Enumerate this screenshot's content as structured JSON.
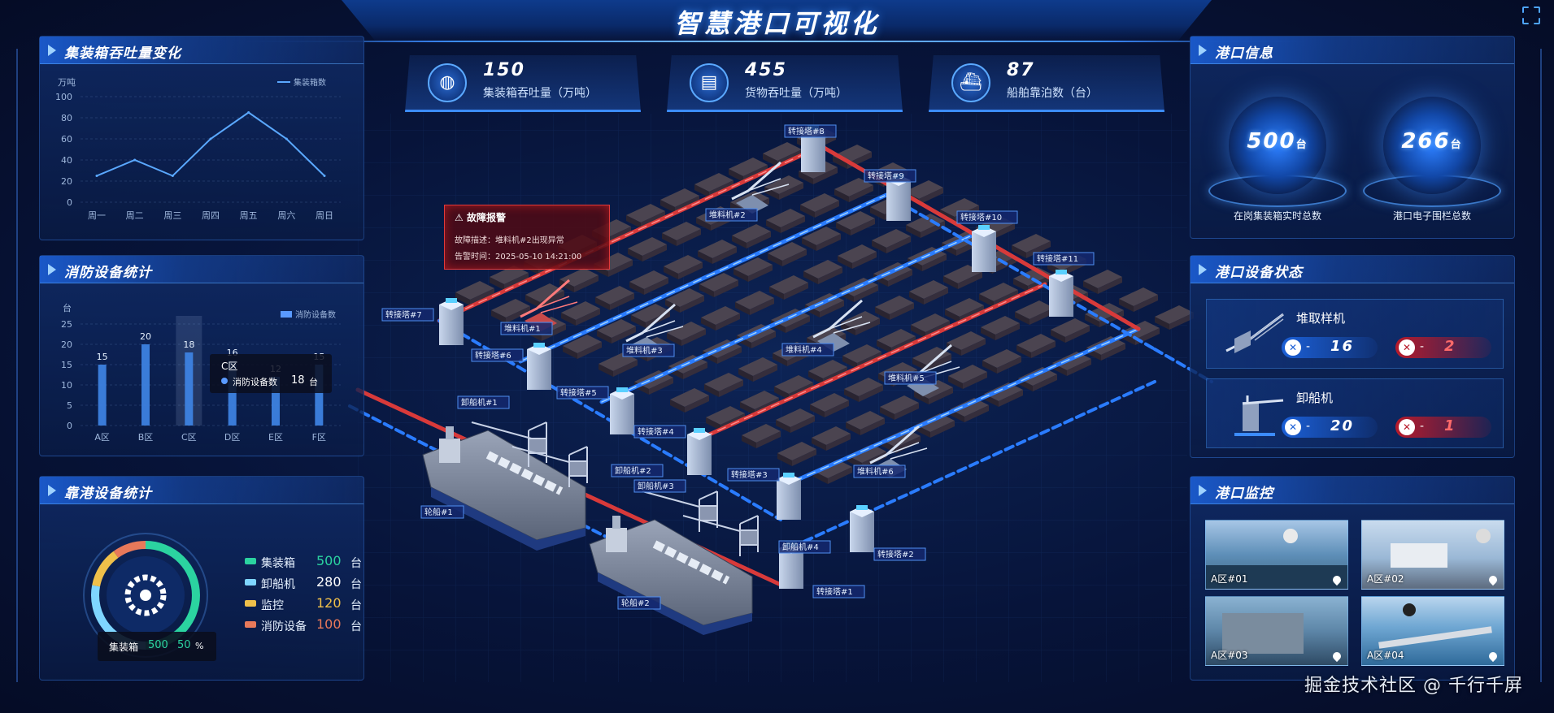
{
  "header": {
    "title": "智慧港口可视化"
  },
  "stats": [
    {
      "value": "150",
      "label": "集装箱吞吐量（万吨）",
      "icon": "globe-icon"
    },
    {
      "value": "455",
      "label": "货物吞吐量（万吨）",
      "icon": "clipboard-icon"
    },
    {
      "value": "87",
      "label": "船舶靠泊数（台）",
      "icon": "ship-icon"
    }
  ],
  "throughput": {
    "title": "集装箱吞吐量变化",
    "chart_data": {
      "type": "line",
      "categories": [
        "周一",
        "周二",
        "周三",
        "周四",
        "周五",
        "周六",
        "周日"
      ],
      "series": [
        {
          "name": "集装箱数",
          "values": [
            25,
            40,
            25,
            60,
            85,
            60,
            25
          ]
        }
      ],
      "ylabel": "万吨",
      "ylim": [
        0,
        100
      ],
      "yticks": [
        "100",
        "80",
        "60",
        "40",
        "20",
        "0"
      ],
      "legend": "top-right"
    }
  },
  "fire": {
    "title": "消防设备统计",
    "chart_data": {
      "type": "bar",
      "categories": [
        "A区",
        "B区",
        "C区",
        "D区",
        "E区",
        "F区"
      ],
      "series": [
        {
          "name": "消防设备数",
          "values": [
            15,
            20,
            18,
            16,
            12,
            15
          ]
        }
      ],
      "value_labels": [
        "15",
        "20",
        "18",
        "16",
        "12",
        "15"
      ],
      "ylabel": "台",
      "ylim": [
        0,
        25
      ],
      "yticks": [
        "25",
        "20",
        "15",
        "10",
        "5",
        "0"
      ],
      "legend": "top-right"
    },
    "tooltip": {
      "category": "C区",
      "series": "消防设备数",
      "value": "18",
      "unit": "台"
    }
  },
  "berth": {
    "title": "靠港设备统计",
    "chart_data": {
      "type": "pie",
      "series": [
        {
          "name": "集装箱",
          "value": 500,
          "color": "#2bd3a0"
        },
        {
          "name": "卸船机",
          "value": 280,
          "color": "#7fd6ff"
        },
        {
          "name": "监控",
          "value": 120,
          "color": "#f0c04a"
        },
        {
          "name": "消防设备",
          "value": 100,
          "color": "#e8795a"
        }
      ]
    },
    "rows": [
      {
        "name": "集装箱",
        "value": "500",
        "unit": "台"
      },
      {
        "name": "卸船机",
        "value": "280",
        "unit": "台"
      },
      {
        "name": "监控",
        "value": "120",
        "unit": "台"
      },
      {
        "name": "消防设备",
        "value": "100",
        "unit": "台"
      }
    ],
    "tooltip": {
      "name": "集装箱",
      "value": "500",
      "percent": "50",
      "unit": "%"
    }
  },
  "alarm": {
    "title": "故障报警",
    "desc": "故障描述：堆料机#2出现异常",
    "time": "告警时间：2025-05-10 14:21:00"
  },
  "map_labels": {
    "towers": [
      "转接塔#1",
      "转接塔#2",
      "转接塔#3",
      "转接塔#4",
      "转接塔#5",
      "转接塔#6",
      "转接塔#7",
      "转接塔#8",
      "转接塔#9",
      "转接塔#10",
      "转接塔#11"
    ],
    "stackers": [
      "堆料机#1",
      "堆料机#2",
      "堆料机#3",
      "堆料机#4",
      "堆料机#5",
      "堆料机#6"
    ],
    "unloaders": [
      "卸船机#1",
      "卸船机#2",
      "卸船机#3",
      "卸船机#4"
    ],
    "ships": [
      "轮船#1",
      "轮船#2"
    ]
  },
  "port_info": {
    "title": "港口信息",
    "items": [
      {
        "value": "500",
        "unit": "台",
        "label": "在岗集装箱实时总数"
      },
      {
        "value": "266",
        "unit": "台",
        "label": "港口电子围栏总数"
      }
    ]
  },
  "equipment": {
    "title": "港口设备状态",
    "items": [
      {
        "name": "堆取样机",
        "normal": "16",
        "fault": "2"
      },
      {
        "name": "卸船机",
        "normal": "20",
        "fault": "1"
      }
    ],
    "dash": "-"
  },
  "monitor": {
    "title": "港口监控",
    "cams": [
      "A区#01",
      "A区#02",
      "A区#03",
      "A区#04"
    ]
  },
  "watermark": "掘金技术社区 @ 千行千屏"
}
